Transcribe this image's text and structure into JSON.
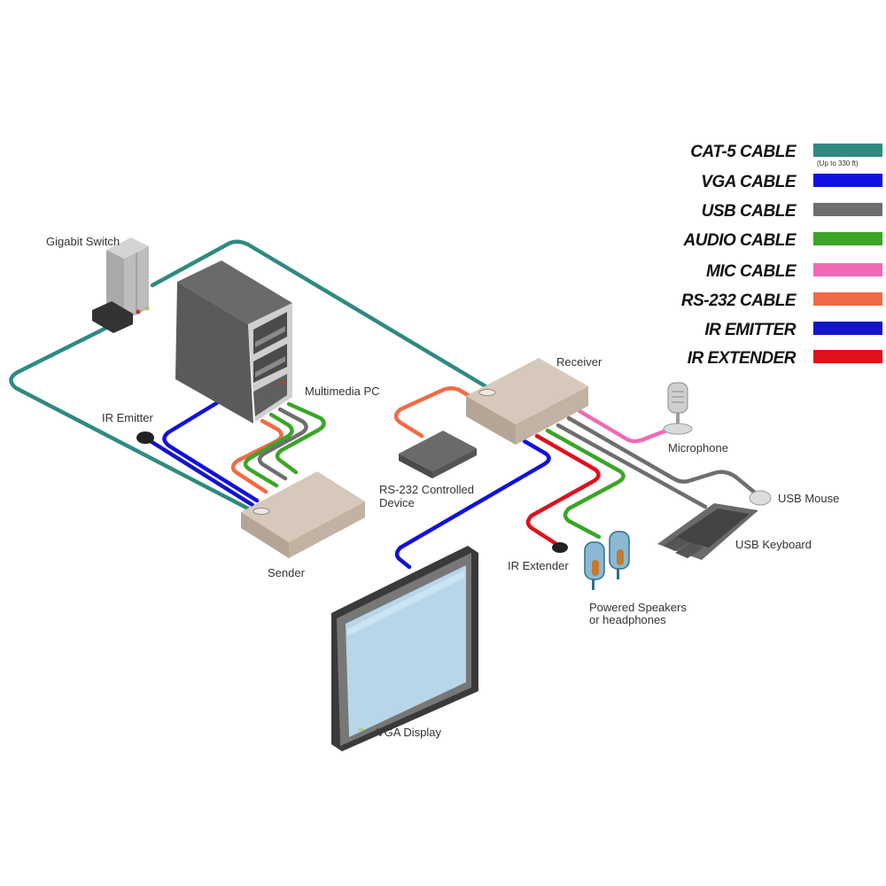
{
  "legend": {
    "items": [
      {
        "label": "CAT-5 CABLE",
        "color": "#2f8a80",
        "note": "(Up to 330 ft)"
      },
      {
        "label": "VGA CABLE",
        "color": "#1010e0",
        "note": ""
      },
      {
        "label": "USB CABLE",
        "color": "#6e6e6e",
        "note": ""
      },
      {
        "label": "AUDIO CABLE",
        "color": "#3aa527",
        "note": ""
      },
      {
        "label": "MIC CABLE",
        "color": "#f069b4",
        "note": ""
      },
      {
        "label": "RS-232 CABLE",
        "color": "#f26a45",
        "note": ""
      },
      {
        "label": "IR EMITTER",
        "color": "#1414c8",
        "note": ""
      },
      {
        "label": "IR EXTENDER",
        "color": "#e0101c",
        "note": ""
      }
    ]
  },
  "devices": {
    "gigabit_switch": "Gigabit Switch",
    "multimedia_pc": "Multimedia PC",
    "ir_emitter": "IR Emitter",
    "sender": "Sender",
    "receiver": "Receiver",
    "rs232_device_line1": "RS-232 Controlled",
    "rs232_device_line2": "Device",
    "microphone": "Microphone",
    "usb_mouse": "USB Mouse",
    "usb_keyboard": "USB Keyboard",
    "ir_extender": "IR Extender",
    "speakers_line1": "Powered Speakers",
    "speakers_line2": "or headphones",
    "vga_display": "VGA Display"
  },
  "colors": {
    "cat5": "#2f8a80",
    "vga": "#1010e0",
    "usb": "#6e6e6e",
    "audio": "#3aa527",
    "mic": "#f069b4",
    "rs232": "#f26a45",
    "ir_emitter": "#1414c8",
    "ir_extender": "#e0101c",
    "box": "#c9b9aa"
  }
}
